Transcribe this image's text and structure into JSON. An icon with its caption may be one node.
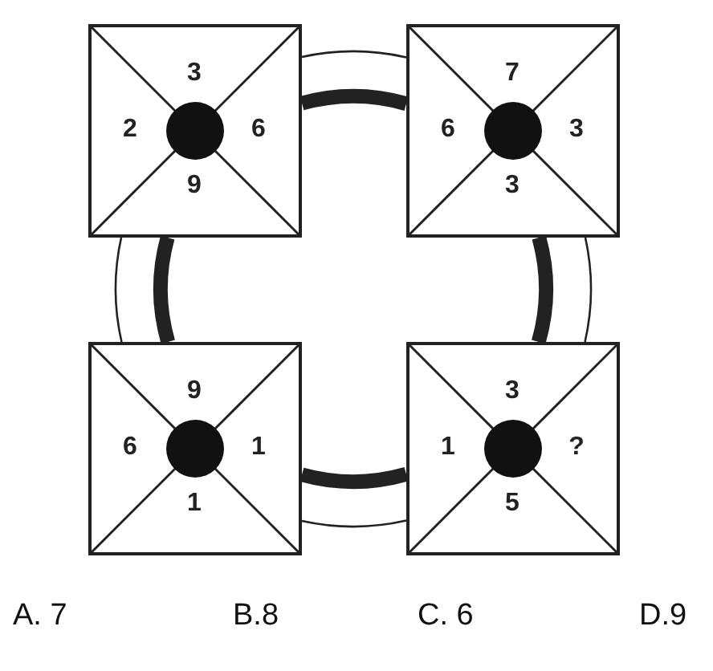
{
  "diagram": {
    "nodes": [
      {
        "text": [
          "3",
          "2",
          "6",
          "9"
        ]
      },
      {
        "text": [
          "7",
          "6",
          "3",
          "3"
        ]
      },
      {
        "text": [
          "9",
          "6",
          "1",
          "1"
        ]
      },
      {
        "text": [
          "3",
          "1",
          "?",
          "5"
        ]
      }
    ],
    "edges": [
      {
        "from": 0,
        "to": 1,
        "arrow": "none"
      },
      {
        "from": 0,
        "to": 1,
        "arrow": "none",
        "style": "thick"
      },
      {
        "from": 0,
        "to": 2,
        "arrow": "none"
      },
      {
        "from": 0,
        "to": 2,
        "arrow": "none",
        "style": "thick"
      },
      {
        "from": 1,
        "to": 3,
        "arrow": "none"
      },
      {
        "from": 1,
        "to": 3,
        "arrow": "none",
        "style": "thick"
      },
      {
        "from": 2,
        "to": 3,
        "arrow": "none",
        "style": "thick"
      },
      {
        "from": 2,
        "to": 3,
        "arrow": "none"
      }
    ],
    "labels": [
      "A. 7",
      "B.8",
      "C. 6",
      "D.9"
    ]
  }
}
